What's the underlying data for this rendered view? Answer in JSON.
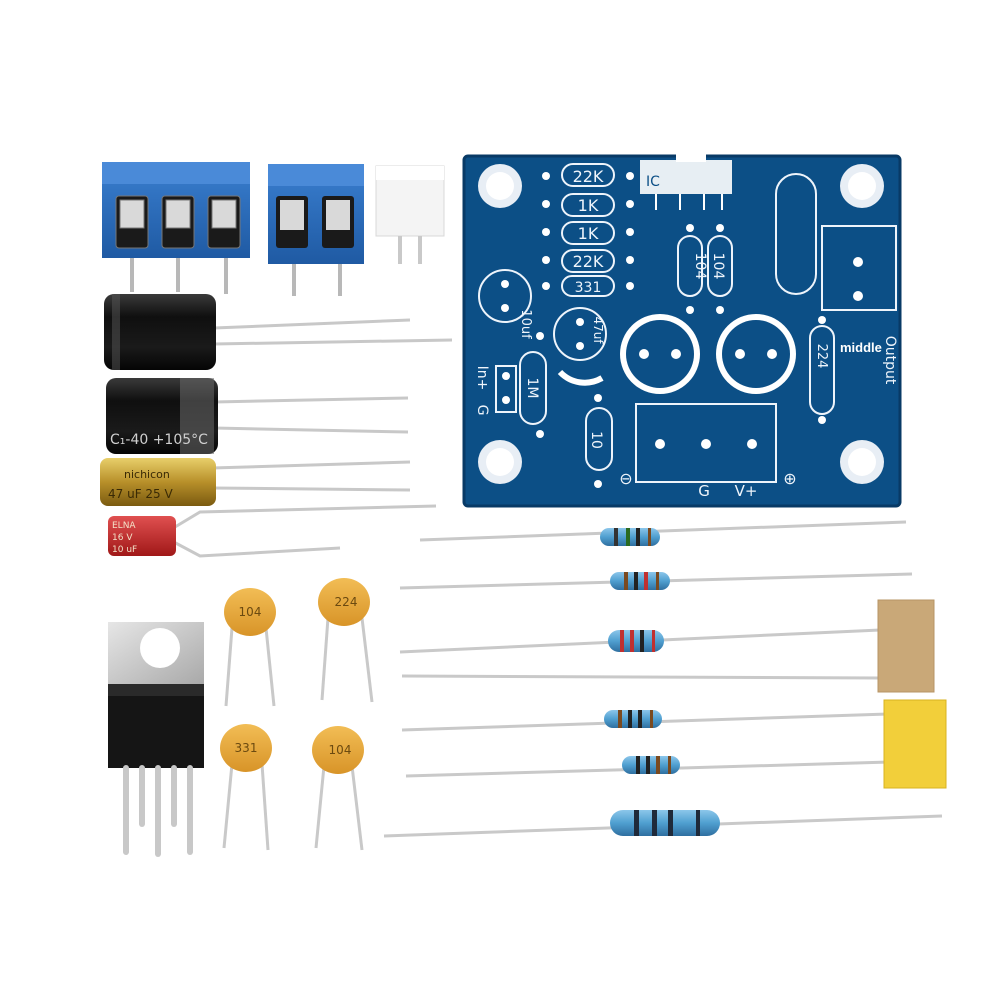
{
  "photo": {
    "subject": "amplifier-kit-components",
    "colors": {
      "pcb": "#0c4f86",
      "terminal": "#2f6fbf",
      "ceramic": "#e8a940",
      "resistor_body": "#4f9fd0",
      "background": "#ffffff"
    }
  },
  "pcb": {
    "silkscreen": {
      "r1": "22K",
      "r2": "1K",
      "r3": "1K",
      "r4": "22K",
      "c331": "331",
      "ic": "IC",
      "c104a": "104",
      "c104b": "104",
      "cap_10uf": "10uf",
      "cap_47uf": "47uf",
      "r_1m": "1M",
      "in_plus": "In+",
      "g_in": "G",
      "r_10": "10",
      "c224": "224",
      "output": "Output",
      "g_pwr": "G",
      "v_plus": "V+",
      "minus_mark": "⊖",
      "plus_mark": "⊕"
    },
    "overlay_label": "middle"
  },
  "electrolytics": {
    "c3_text": "C₁-40 +105°C",
    "c4_text": "47 uF 25 V",
    "c4_brand": "nichicon",
    "c5_line1": "ELNA",
    "c5_line2": "16 V",
    "c5_line3": "10 uF"
  },
  "ceramics": {
    "cap1": "104",
    "cap2": "224",
    "cap3": "331",
    "cap4": "104"
  }
}
